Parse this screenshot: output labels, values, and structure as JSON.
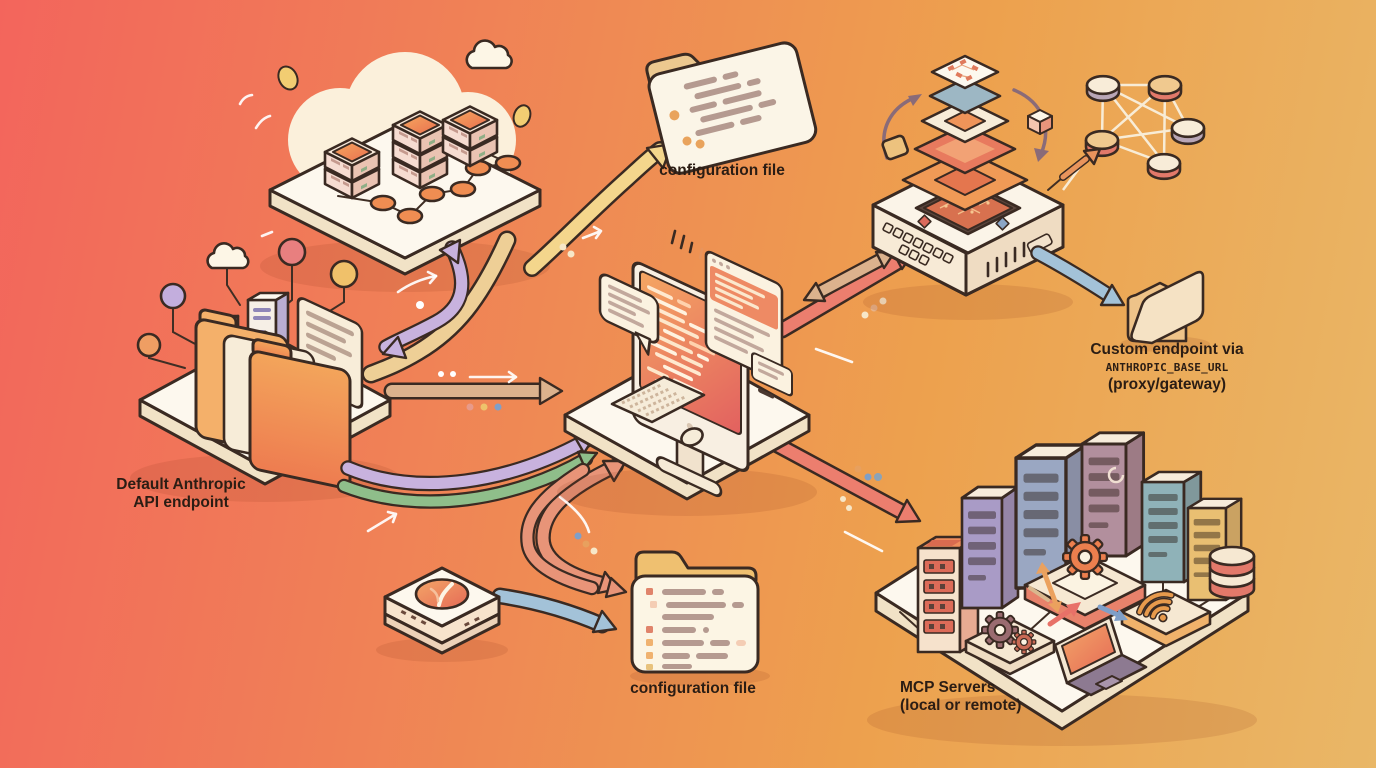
{
  "title": "Claude Code connection endpoints diagram",
  "background": {
    "gradient": [
      "#f3655c",
      "#f07e57",
      "#eda14e",
      "#e9b767"
    ]
  },
  "palette": {
    "outline": "#3a2a22",
    "cream": "#fbf3e2",
    "platform": "#fdf8ee",
    "accent_orange": "#ef8a50",
    "arrow_purple": "#c8b2de",
    "arrow_green": "#8fbe8a",
    "arrow_tan": "#dcb28d",
    "arrow_yellow": "#f4d68c",
    "arrow_salmon": "#e89478",
    "arrow_red": "#ec7e6e",
    "arrow_blue": "#a3c2d8"
  },
  "labels": {
    "top_config_file": "configuration file",
    "bottom_config_file": "configuration file",
    "default_endpoint": {
      "line1": "Default Anthropic",
      "line2": "API endpoint"
    },
    "custom_endpoint": {
      "line1": "Custom endpoint via",
      "line2": "ANTHROPIC_BASE_URL",
      "line3": "(proxy/gateway)"
    },
    "mcp_servers": {
      "line1": "MCP Servers",
      "line2": "(local or remote)"
    }
  },
  "components": [
    {
      "id": "cloud-server-cluster",
      "icon": "cloud-servers-icon"
    },
    {
      "id": "config-file-top",
      "icon": "folder-code-icon"
    },
    {
      "id": "anthropic-endpoint-folders",
      "icon": "folders-icon"
    },
    {
      "id": "developer-computer",
      "icon": "desktop-code-icon"
    },
    {
      "id": "gateway-device",
      "icon": "layered-gateway-icon"
    },
    {
      "id": "network-graph",
      "icon": "node-graph-icon"
    },
    {
      "id": "endpoint-folder",
      "icon": "folder-icon"
    },
    {
      "id": "claude-device",
      "icon": "logo-device-icon"
    },
    {
      "id": "config-file-bottom",
      "icon": "folder-code-icon"
    },
    {
      "id": "mcp-platform",
      "icon": "server-farm-icon"
    }
  ],
  "connections": [
    {
      "from": "cloud-server-cluster",
      "to": "config-file-top",
      "color": "yellow"
    },
    {
      "from": "cloud-server-cluster",
      "to": "anthropic-endpoint-folders",
      "color": "tan",
      "two_way": true
    },
    {
      "from": "anthropic-endpoint-folders",
      "to": "developer-computer",
      "color": "tan"
    },
    {
      "from": "anthropic-endpoint-folders",
      "to": "developer-computer",
      "color": "purple"
    },
    {
      "from": "anthropic-endpoint-folders",
      "to": "developer-computer",
      "color": "green"
    },
    {
      "from": "developer-computer",
      "to": "config-file-bottom",
      "color": "salmon",
      "two_way": true
    },
    {
      "from": "claude-device",
      "to": "config-file-bottom",
      "color": "blue"
    },
    {
      "from": "developer-computer",
      "to": "gateway-device",
      "color": "red",
      "two_way": true
    },
    {
      "from": "gateway-device",
      "to": "endpoint-folder",
      "color": "blue"
    },
    {
      "from": "gateway-device",
      "to": "network-graph",
      "color": "orange"
    },
    {
      "from": "developer-computer",
      "to": "mcp-platform",
      "color": "red"
    }
  ]
}
